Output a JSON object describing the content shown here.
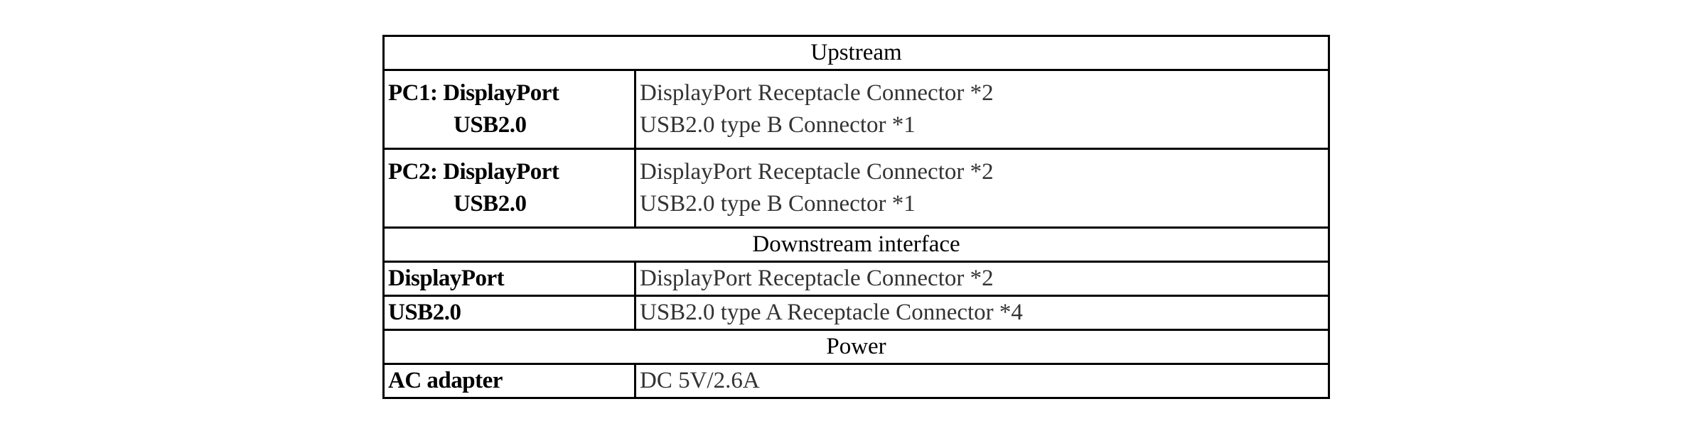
{
  "table": {
    "upstream_header": "Upstream",
    "pc1": {
      "label_line1": "PC1: DisplayPort",
      "label_line2": "USB2.0",
      "value_line1": "DisplayPort Receptacle Connector *2",
      "value_line2": "USB2.0 type B Connector *1"
    },
    "pc2": {
      "label_line1": "PC2: DisplayPort",
      "label_line2": "USB2.0",
      "value_line1": "DisplayPort Receptacle Connector *2",
      "value_line2": "USB2.0 type B Connector *1"
    },
    "downstream_header": "Downstream interface",
    "displayport": {
      "label": "DisplayPort",
      "value": "DisplayPort Receptacle Connector *2"
    },
    "usb": {
      "label": "USB2.0",
      "value": "USB2.0 type A Receptacle Connector *4"
    },
    "power_header": "Power",
    "ac_adapter": {
      "label": "AC adapter",
      "value": "DC 5V/2.6A"
    }
  }
}
